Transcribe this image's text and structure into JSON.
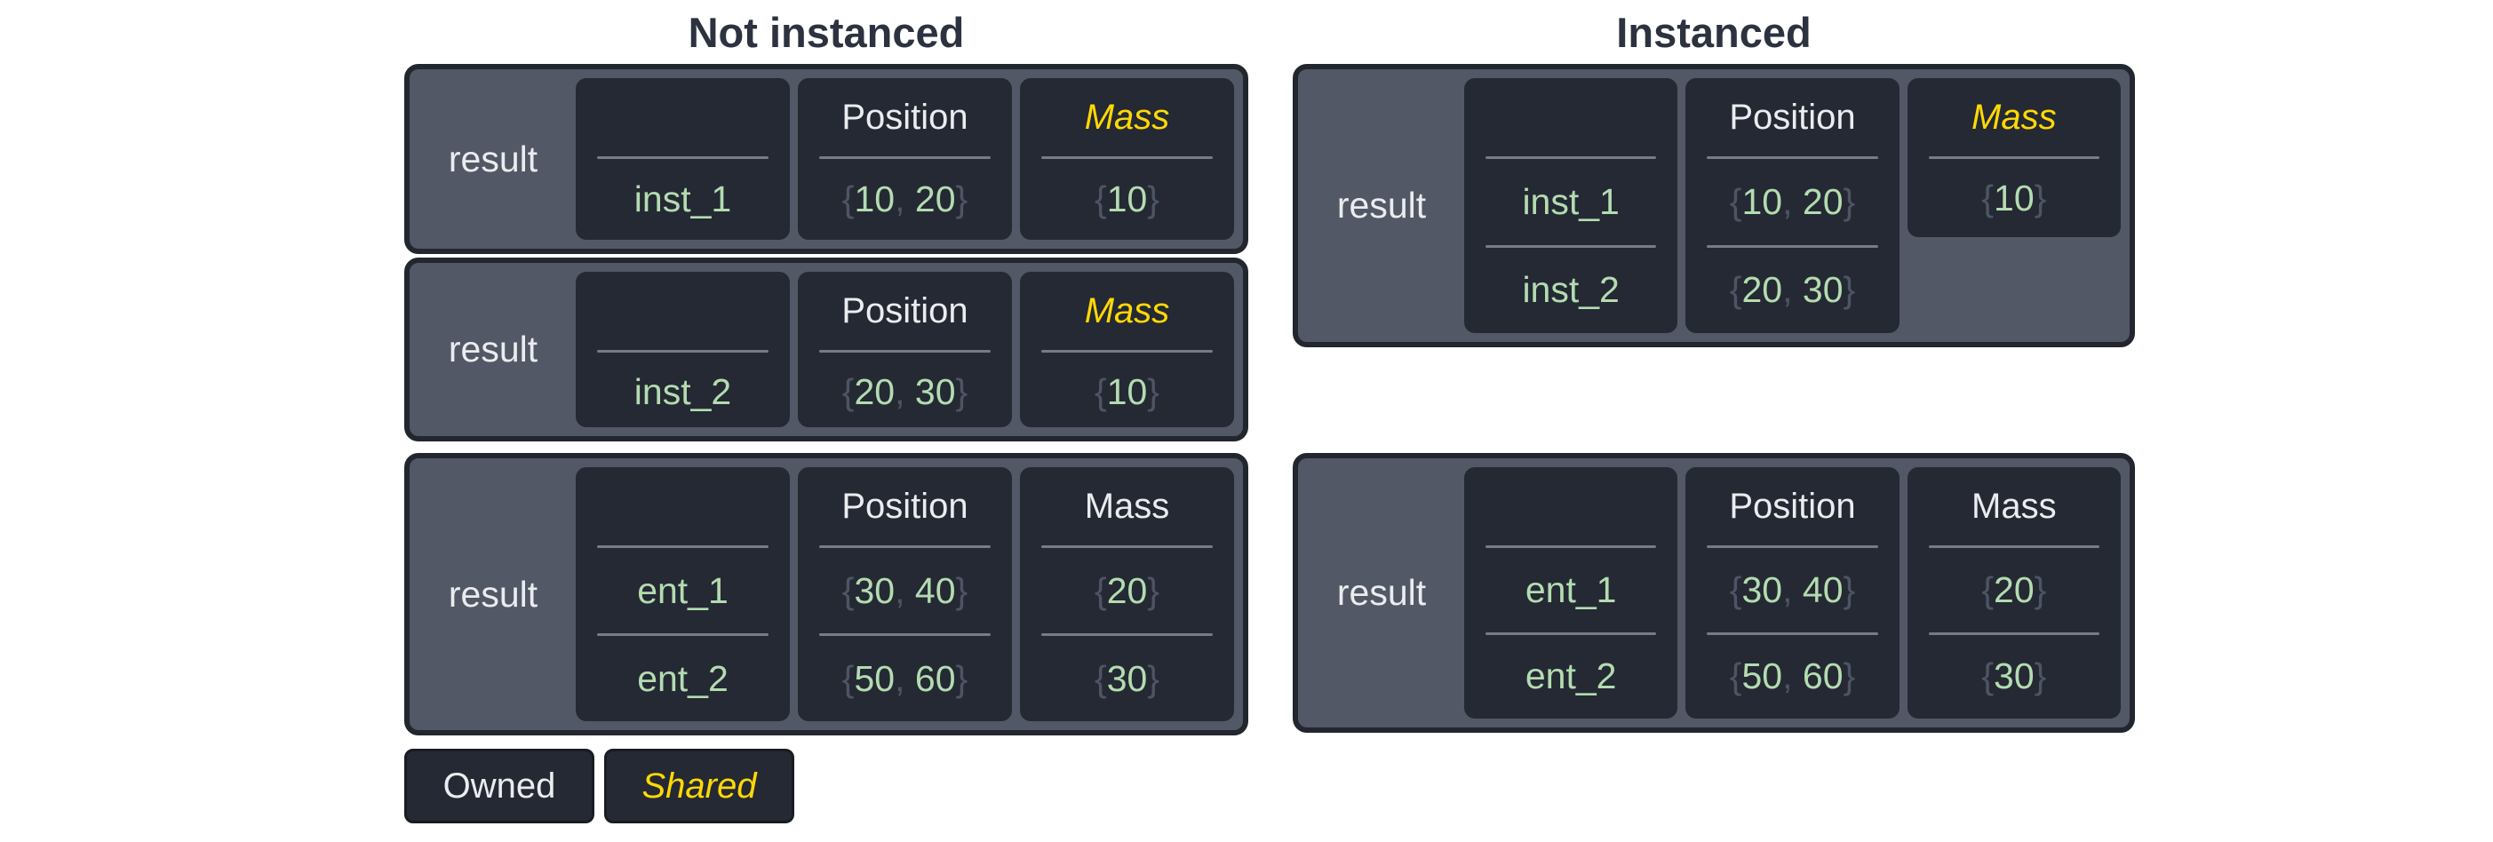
{
  "colors": {
    "page_background": "#ffffff",
    "panel_background": "#525865",
    "cell_background": "#252933",
    "panel_border": "#22262e",
    "title_text": "#2c323f",
    "label_text": "#eaecef",
    "value_green": "#b3dcb1",
    "brace_muted": "#4d5464",
    "shared_yellow": "#ffd906",
    "divider_gray": "#757c89"
  },
  "legend": {
    "owned_label": "Owned",
    "shared_label": "Shared"
  },
  "sections": [
    {
      "title": "Not instanced",
      "tables": [
        {
          "result_label": "result",
          "columns": [
            {
              "name": "entity",
              "header": "",
              "shared": false,
              "merged": false,
              "rows": [
                [
                  {
                    "t": "inst_1"
                  }
                ]
              ]
            },
            {
              "name": "position",
              "header": "Position",
              "shared": false,
              "merged": false,
              "rows": [
                [
                  {
                    "t": "{",
                    "m": true
                  },
                  {
                    "t": "10"
                  },
                  {
                    "t": ", ",
                    "m": true
                  },
                  {
                    "t": "20"
                  },
                  {
                    "t": "}",
                    "m": true
                  }
                ]
              ]
            },
            {
              "name": "mass",
              "header": "Mass",
              "shared": true,
              "merged": false,
              "rows": [
                [
                  {
                    "t": "{",
                    "m": true
                  },
                  {
                    "t": "10"
                  },
                  {
                    "t": "}",
                    "m": true
                  }
                ]
              ]
            }
          ]
        },
        {
          "result_label": "result",
          "columns": [
            {
              "name": "entity",
              "header": "",
              "shared": false,
              "merged": false,
              "rows": [
                [
                  {
                    "t": "inst_2"
                  }
                ]
              ]
            },
            {
              "name": "position",
              "header": "Position",
              "shared": false,
              "merged": false,
              "rows": [
                [
                  {
                    "t": "{",
                    "m": true
                  },
                  {
                    "t": "20"
                  },
                  {
                    "t": ", ",
                    "m": true
                  },
                  {
                    "t": "30"
                  },
                  {
                    "t": "}",
                    "m": true
                  }
                ]
              ]
            },
            {
              "name": "mass",
              "header": "Mass",
              "shared": true,
              "merged": false,
              "rows": [
                [
                  {
                    "t": "{",
                    "m": true
                  },
                  {
                    "t": "10"
                  },
                  {
                    "t": "}",
                    "m": true
                  }
                ]
              ]
            }
          ]
        },
        {
          "result_label": "result",
          "columns": [
            {
              "name": "entity",
              "header": "",
              "shared": false,
              "merged": false,
              "rows": [
                [
                  {
                    "t": "ent_1"
                  }
                ],
                [
                  {
                    "t": "ent_2"
                  }
                ]
              ]
            },
            {
              "name": "position",
              "header": "Position",
              "shared": false,
              "merged": false,
              "rows": [
                [
                  {
                    "t": "{",
                    "m": true
                  },
                  {
                    "t": "30"
                  },
                  {
                    "t": ", ",
                    "m": true
                  },
                  {
                    "t": "40"
                  },
                  {
                    "t": "}",
                    "m": true
                  }
                ],
                [
                  {
                    "t": "{",
                    "m": true
                  },
                  {
                    "t": "50"
                  },
                  {
                    "t": ", ",
                    "m": true
                  },
                  {
                    "t": "60"
                  },
                  {
                    "t": "}",
                    "m": true
                  }
                ]
              ]
            },
            {
              "name": "mass",
              "header": "Mass",
              "shared": false,
              "merged": false,
              "rows": [
                [
                  {
                    "t": "{",
                    "m": true
                  },
                  {
                    "t": "20"
                  },
                  {
                    "t": "}",
                    "m": true
                  }
                ],
                [
                  {
                    "t": "{",
                    "m": true
                  },
                  {
                    "t": "30"
                  },
                  {
                    "t": "}",
                    "m": true
                  }
                ]
              ]
            }
          ]
        }
      ]
    },
    {
      "title": "Instanced",
      "tables": [
        {
          "result_label": "result",
          "columns": [
            {
              "name": "entity",
              "header": "",
              "shared": false,
              "merged": false,
              "rows": [
                [
                  {
                    "t": "inst_1"
                  }
                ],
                [
                  {
                    "t": "inst_2"
                  }
                ]
              ]
            },
            {
              "name": "position",
              "header": "Position",
              "shared": false,
              "merged": false,
              "rows": [
                [
                  {
                    "t": "{",
                    "m": true
                  },
                  {
                    "t": "10"
                  },
                  {
                    "t": ", ",
                    "m": true
                  },
                  {
                    "t": "20"
                  },
                  {
                    "t": "}",
                    "m": true
                  }
                ],
                [
                  {
                    "t": "{",
                    "m": true
                  },
                  {
                    "t": "20"
                  },
                  {
                    "t": ", ",
                    "m": true
                  },
                  {
                    "t": "30"
                  },
                  {
                    "t": "}",
                    "m": true
                  }
                ]
              ]
            },
            {
              "name": "mass",
              "header": "Mass",
              "shared": true,
              "merged": true,
              "rows": [
                [
                  {
                    "t": "{",
                    "m": true
                  },
                  {
                    "t": "10"
                  },
                  {
                    "t": "}",
                    "m": true
                  }
                ]
              ]
            }
          ]
        },
        {
          "result_label": "result",
          "columns": [
            {
              "name": "entity",
              "header": "",
              "shared": false,
              "merged": false,
              "rows": [
                [
                  {
                    "t": "ent_1"
                  }
                ],
                [
                  {
                    "t": "ent_2"
                  }
                ]
              ]
            },
            {
              "name": "position",
              "header": "Position",
              "shared": false,
              "merged": false,
              "rows": [
                [
                  {
                    "t": "{",
                    "m": true
                  },
                  {
                    "t": "30"
                  },
                  {
                    "t": ", ",
                    "m": true
                  },
                  {
                    "t": "40"
                  },
                  {
                    "t": "}",
                    "m": true
                  }
                ],
                [
                  {
                    "t": "{",
                    "m": true
                  },
                  {
                    "t": "50"
                  },
                  {
                    "t": ", ",
                    "m": true
                  },
                  {
                    "t": "60"
                  },
                  {
                    "t": "}",
                    "m": true
                  }
                ]
              ]
            },
            {
              "name": "mass",
              "header": "Mass",
              "shared": false,
              "merged": false,
              "rows": [
                [
                  {
                    "t": "{",
                    "m": true
                  },
                  {
                    "t": "20"
                  },
                  {
                    "t": "}",
                    "m": true
                  }
                ],
                [
                  {
                    "t": "{",
                    "m": true
                  },
                  {
                    "t": "30"
                  },
                  {
                    "t": "}",
                    "m": true
                  }
                ]
              ]
            }
          ]
        }
      ]
    }
  ]
}
